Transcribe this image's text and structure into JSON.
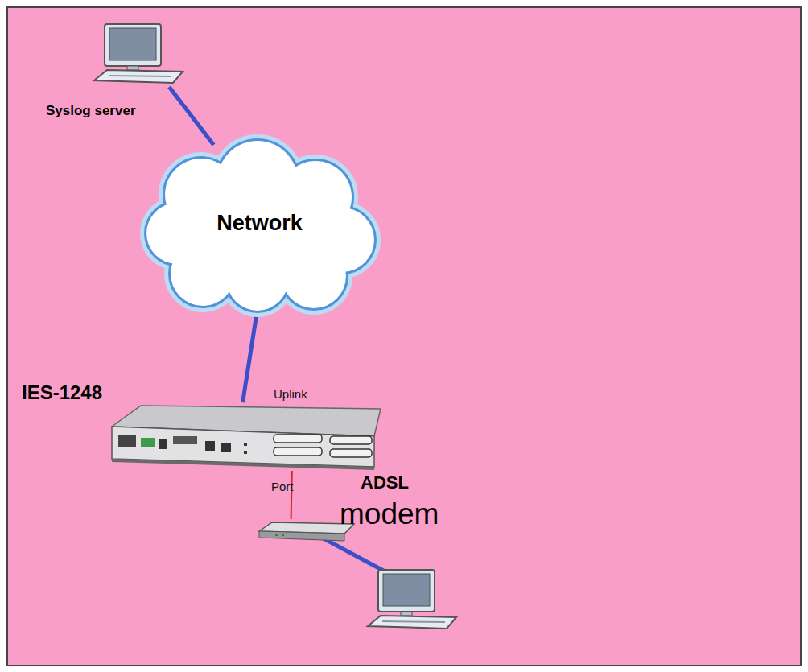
{
  "diagram": {
    "nodes": [
      {
        "text": [
          "Syslog server"
        ]
      },
      {
        "text": [
          "Network"
        ]
      },
      {
        "text": [
          "IES-1248"
        ]
      },
      {
        "text": [
          "ADSL",
          "modem"
        ]
      }
    ],
    "edges": [
      {
        "from": 0,
        "to": 1,
        "arrow": "none"
      },
      {
        "from": 1,
        "to": 2,
        "arrow": "none",
        "label": "Uplink"
      },
      {
        "from": 2,
        "to": 3,
        "arrow": "none",
        "label": "Port"
      }
    ]
  }
}
